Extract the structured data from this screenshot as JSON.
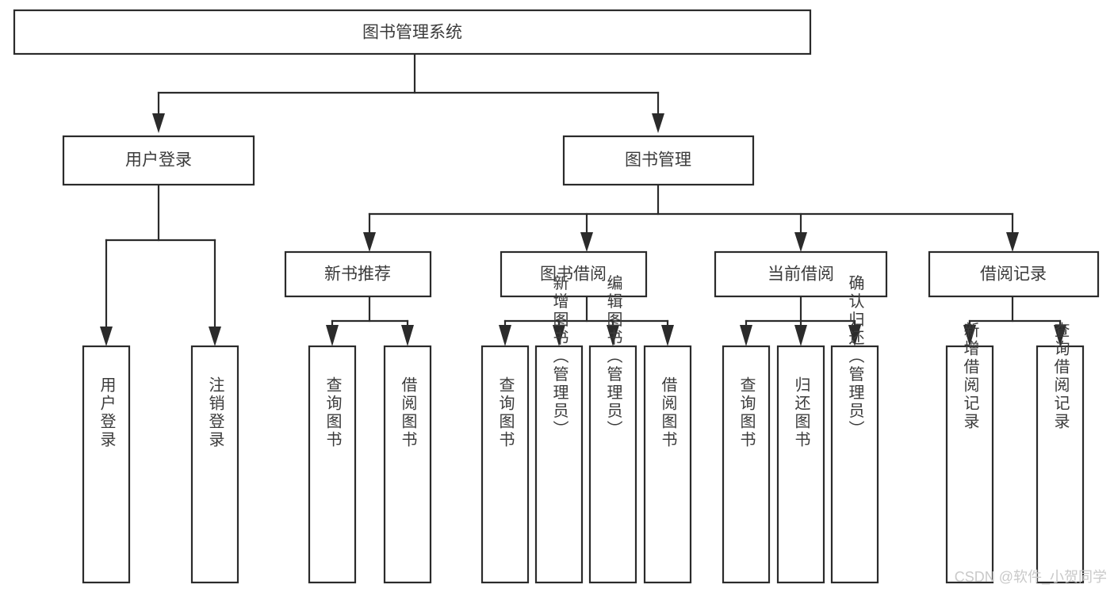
{
  "diagram": {
    "title": "图书管理系统",
    "type": "tree-hierarchy-diagram",
    "root": {
      "label": "图书管理系统"
    },
    "level1": [
      {
        "label": "用户登录"
      },
      {
        "label": "图书管理"
      }
    ],
    "level2": [
      {
        "label": "新书推荐"
      },
      {
        "label": "图书借阅"
      },
      {
        "label": "当前借阅"
      },
      {
        "label": "借阅记录"
      }
    ],
    "leaves": {
      "user_login": [
        {
          "label": "用户登录"
        },
        {
          "label": "注销登录"
        }
      ],
      "new_book_recommend": [
        {
          "label": "查询图书"
        },
        {
          "label": "借阅图书"
        }
      ],
      "book_borrow": [
        {
          "label": "查询图书"
        },
        {
          "label": "新增图书（管理员）"
        },
        {
          "label": "编辑图书（管理员）"
        },
        {
          "label": "借阅图书"
        }
      ],
      "current_borrow": [
        {
          "label": "查询图书"
        },
        {
          "label": "归还图书"
        },
        {
          "label": "确认归还（管理员）"
        }
      ],
      "borrow_record": [
        {
          "label": "新增借阅记录"
        },
        {
          "label": "查询借阅记录"
        }
      ]
    },
    "watermark": "CSDN @软件_小贺同学",
    "colors": {
      "stroke": "#2b2b2b",
      "text": "#3b3b3b",
      "background": "#ffffff",
      "watermark": "#c9c9c9"
    }
  }
}
